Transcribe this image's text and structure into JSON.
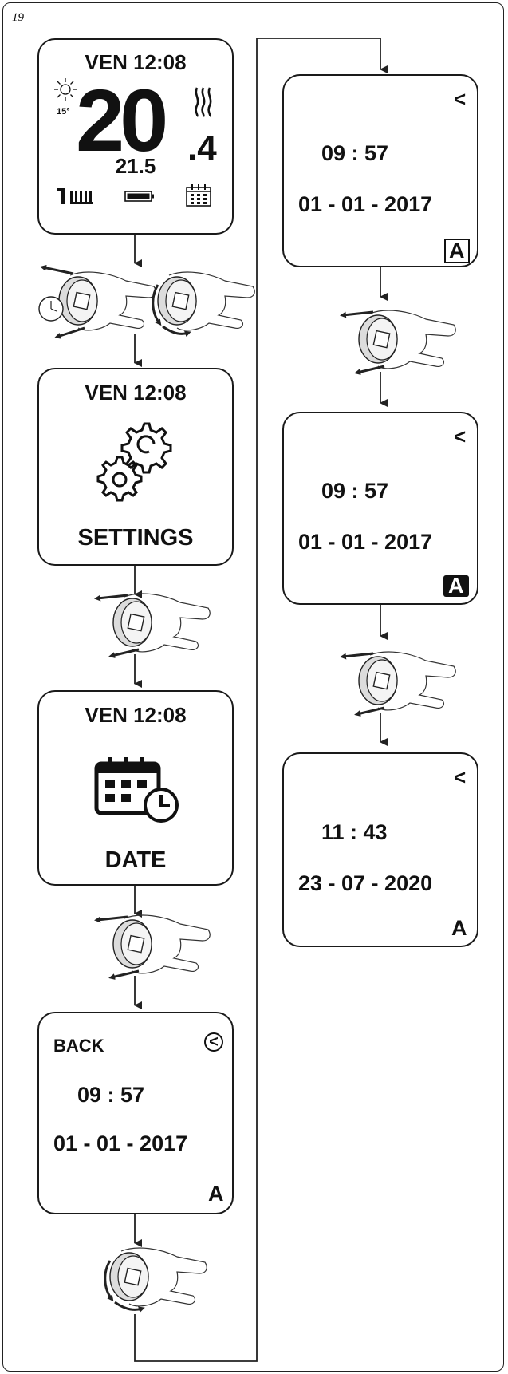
{
  "figure_number": "19",
  "screens": {
    "home": {
      "day_time": "VEN 12:08",
      "outside_temp": "15°",
      "temp_main": "20",
      "temp_decimal": ".4",
      "set_temp": "21.5"
    },
    "settings": {
      "day_time": "VEN 12:08",
      "label": "SETTINGS"
    },
    "date": {
      "day_time": "VEN 12:08",
      "label": "DATE"
    },
    "edit": {
      "back_label": "BACK",
      "back_icon": "<",
      "time": "09 : 57",
      "date": "01 - 01 - 2017",
      "mode": "A"
    },
    "right1": {
      "back_icon": "<",
      "time": "09 : 57",
      "date": "01 - 01 - 2017",
      "mode": "A"
    },
    "right2": {
      "back_icon": "<",
      "time": "09 : 57",
      "date": "01 - 01 - 2017",
      "mode": "A"
    },
    "right3": {
      "back_icon": "<",
      "time": "11 : 43",
      "date": "23 - 07 - 2020",
      "mode": "A"
    }
  },
  "icons": [
    "sun-icon",
    "heating-waves-icon",
    "radiator-icon",
    "battery-icon",
    "calendar-icon",
    "gears-icon",
    "calendar-clock-icon",
    "knob-hand-icon",
    "arrow-icon"
  ]
}
